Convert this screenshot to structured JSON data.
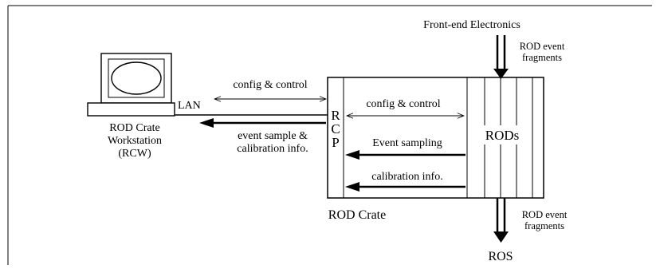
{
  "front_end": {
    "label": "Front-end Electronics",
    "frag_line1": "ROD event",
    "frag_line2": "fragments"
  },
  "workstation": {
    "line1": "ROD Crate",
    "line2": "Workstation",
    "line3": "(RCW)"
  },
  "lan": {
    "label": "LAN"
  },
  "outer_links": {
    "config": "config & control",
    "event_line1": "event sample &",
    "event_line2": "calibration info."
  },
  "crate": {
    "label": "ROD Crate",
    "rcp_letters": [
      "R",
      "C",
      "P"
    ],
    "config": "config & control",
    "event_sampling": "Event sampling",
    "calibration": "calibration info.",
    "rods_label": "RODs"
  },
  "ros": {
    "label": "ROS",
    "frag_line1": "ROD event",
    "frag_line2": "fragments"
  }
}
